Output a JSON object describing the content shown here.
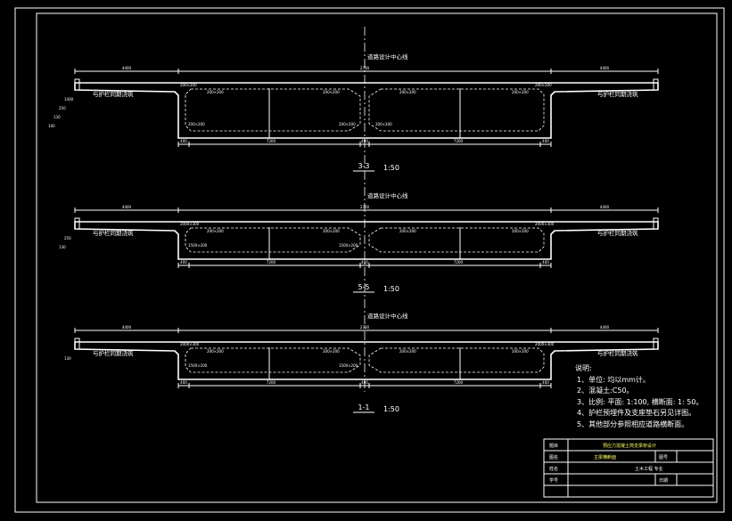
{
  "sections": [
    {
      "id": "3-3",
      "centerline_label": "道路设计中心线",
      "top_dims": [
        "4400",
        "2700",
        "4400"
      ],
      "bottom_dims": [
        "400",
        "7200",
        "400",
        "7200",
        "400"
      ],
      "side_label_left": "与护栏同期浇筑",
      "side_label_right": "与护栏同期浇筑",
      "callouts": [
        "200×200",
        "200×200",
        "200×200",
        "200×200",
        "200×200",
        "200×200",
        "200×200",
        "200×200",
        "200×200"
      ],
      "height_dims": [
        "1400",
        "250",
        "130",
        "100"
      ],
      "title": "3-3",
      "scale": "1:50"
    },
    {
      "id": "5-5",
      "centerline_label": "道路设计中心线",
      "top_dims": [
        "4400",
        "2700",
        "4400"
      ],
      "bottom_dims": [
        "400",
        "7200",
        "400",
        "7200",
        "400"
      ],
      "side_label_left": "与护栏同期浇筑",
      "side_label_right": "与护栏同期浇筑",
      "callouts": [
        "2000×300",
        "200×200",
        "200×200",
        "200×200",
        "200×200",
        "2000×300",
        "1500×200",
        "1500×200"
      ],
      "height_dims": [
        "250",
        "130"
      ],
      "title": "5-5",
      "scale": "1:50"
    },
    {
      "id": "1-1",
      "centerline_label": "道路设计中心线",
      "top_dims": [
        "4400",
        "2700",
        "4400"
      ],
      "bottom_dims": [
        "400",
        "7200",
        "400",
        "7200",
        "400"
      ],
      "side_label_left": "与护栏同期浇筑",
      "side_label_right": "与护栏同期浇筑",
      "callouts": [
        "2000×300",
        "200×200",
        "200×200",
        "200×200",
        "200×200",
        "2000×300",
        "1500×200",
        "1500×200"
      ],
      "height_dims": [
        "130"
      ],
      "title": "1-1",
      "scale": "1:50"
    }
  ],
  "notes": {
    "heading": "说明:",
    "items": [
      "1、单位:  均以mm计。",
      "2、混凝土:C50。",
      "3、比例:  平面: 1:100,  横断面: 1: 50。",
      "4、护栏预埋件及支座垫石另见详图。",
      "5、其他部分参照相应道路横断面。"
    ]
  },
  "title_block": {
    "row1_label": "题目",
    "row1_value": "预应力混凝土简支梁桥设计",
    "row2_label": "图名",
    "row2_value": "主梁横断面",
    "row2_label2": "图号",
    "row3_label": "姓名",
    "row3_value": "土木工程  专业",
    "row4_label": "学号",
    "row4_label2": "日期"
  },
  "colors": {
    "background": "#000000",
    "line": "#ffffff",
    "accent": "#ffff66"
  }
}
